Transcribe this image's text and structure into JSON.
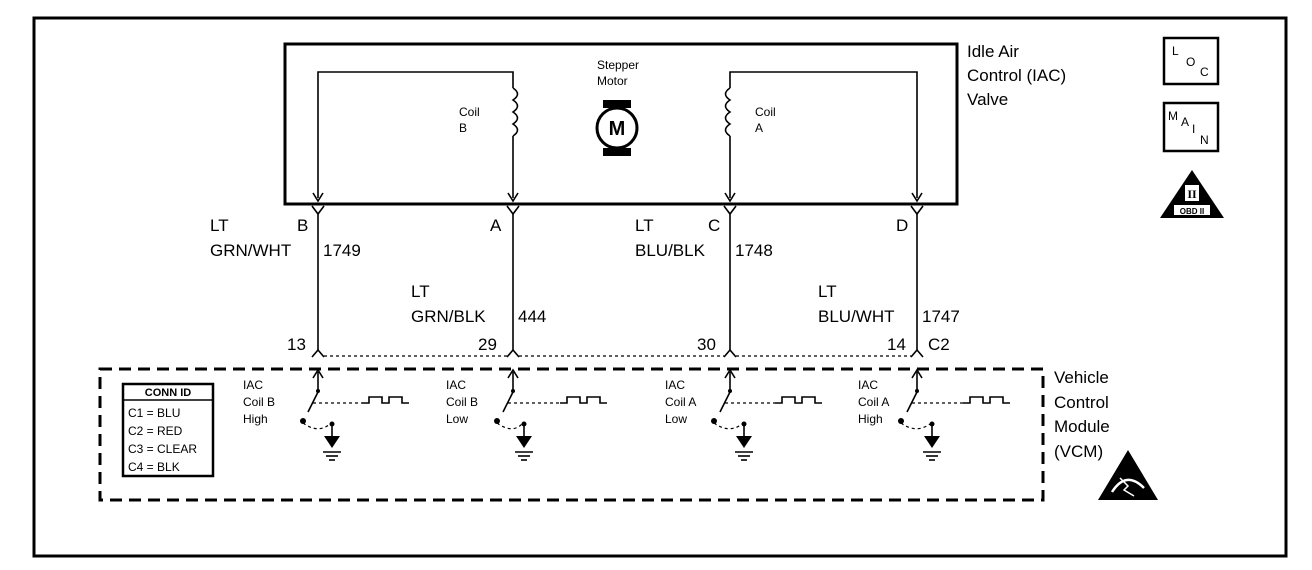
{
  "valve": {
    "title_line1": "Idle Air",
    "title_line2": "Control (IAC)",
    "title_line3": "Valve",
    "motor_line1": "Stepper",
    "motor_line2": "Motor",
    "motor_symbol": "M",
    "coil_b_line1": "Coil",
    "coil_b_line2": "B",
    "coil_a_line1": "Coil",
    "coil_a_line2": "A"
  },
  "wires": [
    {
      "pin": "B",
      "color_line1": "LT",
      "color_line2": "GRN/WHT",
      "circuit": "1749",
      "vcm_pin": "13"
    },
    {
      "pin": "A",
      "color_line1": "LT",
      "color_line2": "GRN/BLK",
      "circuit": "444",
      "vcm_pin": "29"
    },
    {
      "pin": "C",
      "color_line1": "LT",
      "color_line2": "BLU/BLK",
      "circuit": "1748",
      "vcm_pin": "30"
    },
    {
      "pin": "D",
      "color_line1": "LT",
      "color_line2": "BLU/WHT",
      "circuit": "1747",
      "vcm_pin": "14"
    }
  ],
  "vcm": {
    "connector": "C2",
    "title_line1": "Vehicle",
    "title_line2": "Control",
    "title_line3": "Module",
    "title_line4": "(VCM)",
    "drivers": [
      {
        "line1": "IAC",
        "line2": "Coil B",
        "line3": "High"
      },
      {
        "line1": "IAC",
        "line2": "Coil B",
        "line3": "Low"
      },
      {
        "line1": "IAC",
        "line2": "Coil A",
        "line3": "Low"
      },
      {
        "line1": "IAC",
        "line2": "Coil A",
        "line3": "High"
      }
    ]
  },
  "conn_id": {
    "header": "CONN ID",
    "rows": [
      "C1 = BLU",
      "C2 = RED",
      "C3 = CLEAR",
      "C4 = BLK"
    ]
  },
  "icons": {
    "loc_l": "L",
    "loc_o": "O",
    "loc_c": "C",
    "main_m": "M",
    "main_a": "A",
    "main_i": "I",
    "main_n": "N",
    "obd_roman": "II",
    "obd_text": "OBD II"
  }
}
